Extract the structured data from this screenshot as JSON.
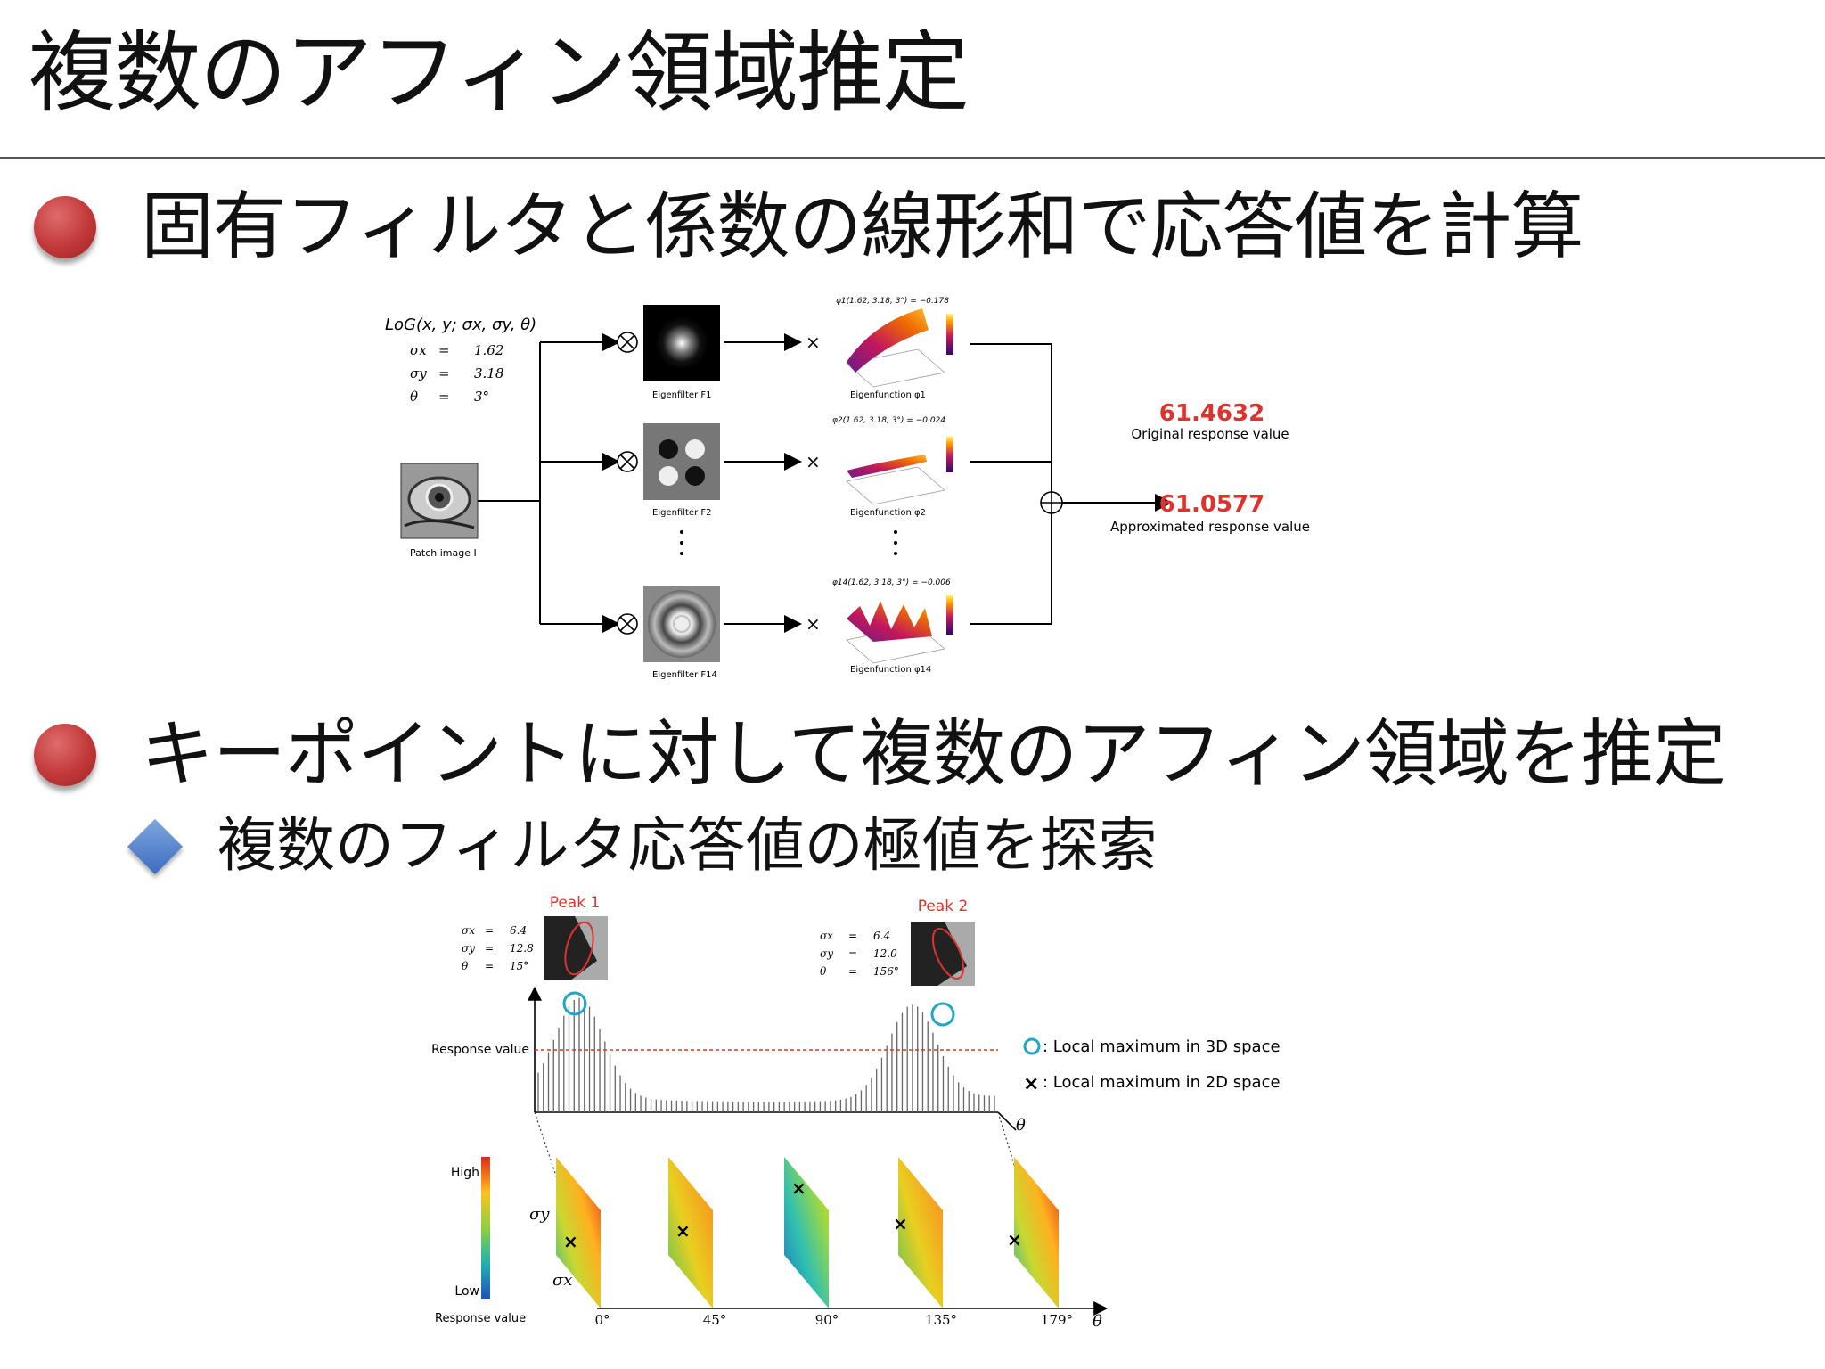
{
  "title": "複数のアフィン領域推定",
  "bullets": [
    {
      "text": "固有フィルタと係数の線形和で応答値を計算"
    },
    {
      "text": "キーポイントに対して複数のアフィン領域を推定",
      "sub": "複数のフィルタ応答値の極値を探索"
    }
  ],
  "figure1": {
    "log_label": "LoG(x, y; σx, σy, θ)",
    "params": [
      {
        "sym": "σx",
        "eq": "=",
        "val": "1.62"
      },
      {
        "sym": "σy",
        "eq": "=",
        "val": "3.18"
      },
      {
        "sym": "θ",
        "eq": "=",
        "val": "3°"
      }
    ],
    "patch_label": "Patch image I",
    "filter_labels": [
      "Eigenfilter F1",
      "Eigenfilter F2",
      "Eigenfilter F14"
    ],
    "function_titles": [
      "φ1(1.62, 3.18, 3°) = −0.178",
      "φ2(1.62, 3.18, 3°) = −0.024",
      "φ14(1.62, 3.18, 3°) = −0.006"
    ],
    "function_labels": [
      "Eigenfunction φ1",
      "Eigenfunction φ2",
      "Eigenfunction φ14"
    ],
    "original_value": "61.4632",
    "original_label": "Original response value",
    "approx_value": "61.0577",
    "approx_label": "Approximated response value",
    "accent_color": "#e0322c"
  },
  "figure2": {
    "peak1": {
      "label": "Peak 1",
      "params": [
        {
          "sym": "σx",
          "eq": "=",
          "val": "6.4"
        },
        {
          "sym": "σy",
          "eq": "=",
          "val": "12.8"
        },
        {
          "sym": "θ",
          "eq": "=",
          "val": "15°"
        }
      ]
    },
    "peak2": {
      "label": "Peak 2",
      "params": [
        {
          "sym": "σx",
          "eq": "=",
          "val": "6.4"
        },
        {
          "sym": "σy",
          "eq": "=",
          "val": "12.0"
        },
        {
          "sym": "θ",
          "eq": "=",
          "val": "156°"
        }
      ]
    },
    "y_label": "Response value",
    "theta_label": "θ",
    "legend": [
      {
        "symbol": "O",
        "text": ": Local maximum in 3D space"
      },
      {
        "symbol": "×",
        "text": ": Local maximum in 2D space"
      }
    ],
    "colorbar_high": "High",
    "colorbar_low": "Low",
    "colorbar_caption": "Response value",
    "sigma_y": "σy",
    "sigma_x": "σx",
    "angle_ticks": [
      "0°",
      "45°",
      "90°",
      "135°",
      "179°"
    ],
    "peak_color": "#e0322c",
    "circle_color": "#22a6c8"
  }
}
